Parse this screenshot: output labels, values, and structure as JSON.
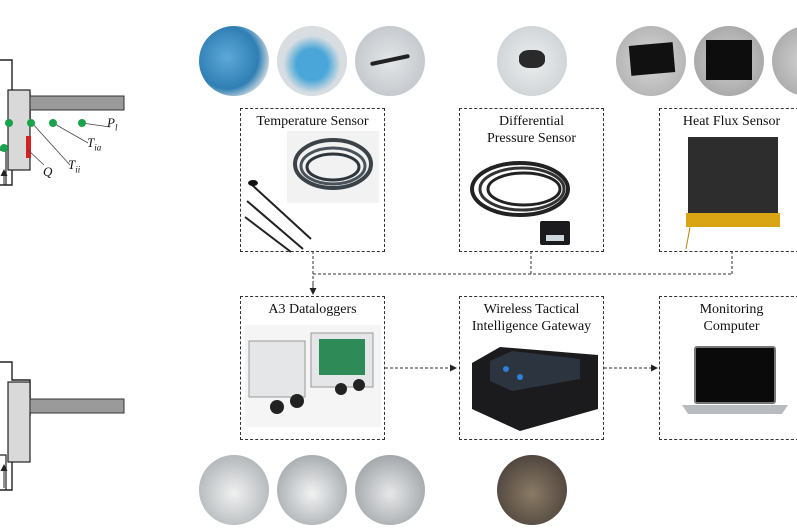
{
  "sensors": {
    "temperature": "Temperature Sensor",
    "pressure_line1": "Differential",
    "pressure_line2": "Pressure Sensor",
    "heat_flux": "Heat Flux Sensor"
  },
  "devices": {
    "dataloggers": "A3 Dataloggers",
    "gateway_line1": "Wireless Tactical",
    "gateway_line2": "Intelligence Gateway",
    "computer_line1": "Monitoring",
    "computer_line2": "Computer"
  },
  "symbols": {
    "p_main": "P",
    "p_sub": "l",
    "tia_main": "T",
    "tia_sub": "ia",
    "tii_main": "T",
    "tii_sub": "ii",
    "q": "Q"
  },
  "colors": {
    "sensor_dot": "#1aa34a",
    "heat_flux_strip": "#d42020",
    "flux_tape": "#d9a514",
    "device_black": "#1b1b1e"
  }
}
